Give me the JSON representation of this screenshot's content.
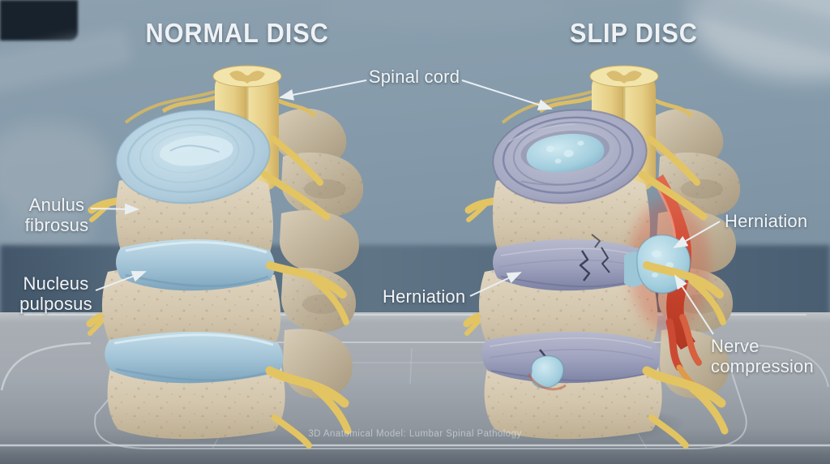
{
  "titles": {
    "left": "NORMAL DISC",
    "right": "SLIP DISC"
  },
  "labels": {
    "spinal_cord": "Spinal cord",
    "anulus_fibrosus": "Anulus fibrosus",
    "nucleus_pulposus": "Nucleus pulposus",
    "herniation_lower": "Herniation",
    "herniation_upper": "Herniation",
    "nerve_compression": "Nerve compression"
  },
  "caption": "3D Anatomical Model: Lumbar Spinal Pathology",
  "colors": {
    "background_blue_gray": "#8399a9",
    "bone_beige": "#d6cab3",
    "disc_blue": "#a9c8da",
    "nerve_yellow": "#e3c462",
    "spinal_cord_yellow": "#ecd896",
    "fibrous_disc_gray_purple": "#a5a9c2",
    "herniation_blue": "#9ecbdc",
    "inflamed_red": "#cf4a33",
    "tray_gray": "#a6abb1",
    "label_text": "#f1f4f6"
  }
}
